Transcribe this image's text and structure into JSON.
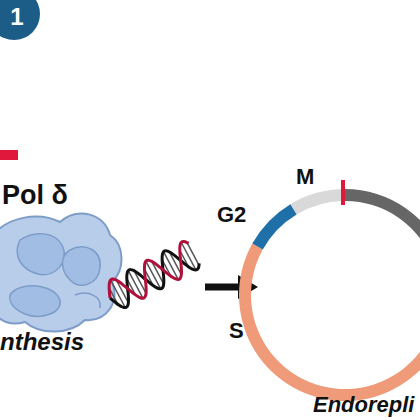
{
  "diagram": {
    "nodes": [
      {
        "text": [
          "1"
        ]
      }
    ],
    "labels": [
      "Pol δ",
      "nthesis",
      "M",
      "G2",
      "S",
      "Endorepli"
    ]
  }
}
